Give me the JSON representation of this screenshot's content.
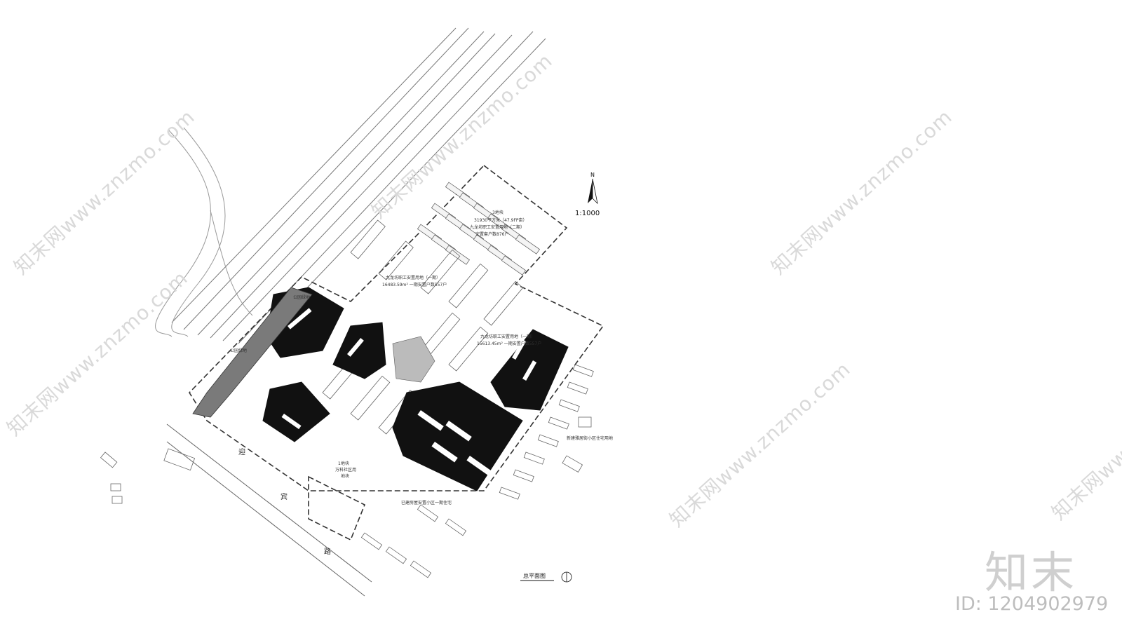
{
  "plan": {
    "scale": "1:1000",
    "north_symbol": "N",
    "title": "总平面图",
    "road_name_chars": [
      "迎",
      "宾",
      "路"
    ],
    "block_label": "3地块",
    "block_area": "31930平方米（47.9FP亩）",
    "housing_site_2": "九龙坊职工安置用地（二期）",
    "housing_site_2_count": "安置套户数876户",
    "housing_site_1_north": "九龙坊职工安置用地（一期）",
    "housing_site_1_north_area": "16483.59m² 一期安置户数557户",
    "housing_site_1_south": "九龙坊职工安置用地（一期）",
    "housing_site_1_south_area": "15613.45m² 一期安置户数557户",
    "green_label_1": "公园绿地",
    "green_label_2": "公园绿地",
    "school_label_1": "1地块",
    "school_label_2": "万科社区用",
    "school_label_3": "地块",
    "east_label": "新建雅居街小区住宅用地",
    "south_label": "已建房屋安置小区一期住宅"
  },
  "watermark": {
    "text": "知末网www.znzmo.com"
  },
  "brand": {
    "logo": "知末",
    "id_text": "ID: 1204902979"
  },
  "colors": {
    "line": "#555555",
    "fill_dark": "#111111",
    "fill_grey": "#7a7a7a",
    "watermark": "#d9d9d9"
  }
}
